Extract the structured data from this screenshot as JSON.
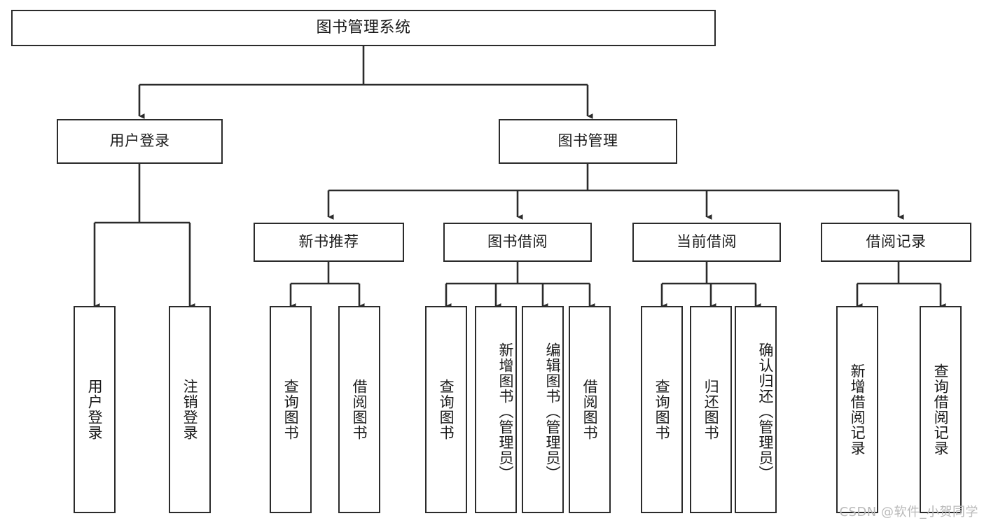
{
  "diagram": {
    "title": "图书管理系统",
    "type": "tree-hierarchy",
    "style": {
      "background": "#ffffff",
      "node_border": "#2b2b2b",
      "node_fill": "#ffffff",
      "edge_color": "#2b2b2b",
      "text_color": "#1a1a1a",
      "watermark_color": "#b9b9b9"
    },
    "root": {
      "label": "图书管理系统"
    },
    "level2": [
      {
        "label": "用户登录"
      },
      {
        "label": "图书管理"
      }
    ],
    "level3": [
      {
        "label": "新书推荐"
      },
      {
        "label": "图书借阅"
      },
      {
        "label": "当前借阅"
      },
      {
        "label": "借阅记录"
      }
    ],
    "leaves": {
      "user_login": [
        {
          "label": "用户登录"
        },
        {
          "label": "注销登录"
        }
      ],
      "new_book_recommend": [
        {
          "label": "查询图书"
        },
        {
          "label": "借阅图书"
        }
      ],
      "book_borrow": [
        {
          "label": "查询图书"
        },
        {
          "label": "新增图书（管理员）"
        },
        {
          "label": "编辑图书（管理员）"
        },
        {
          "label": "借阅图书"
        }
      ],
      "current_borrow": [
        {
          "label": "查询图书"
        },
        {
          "label": "归还图书"
        },
        {
          "label": "确认归还（管理员）"
        }
      ],
      "borrow_record": [
        {
          "label": "新增借阅记录"
        },
        {
          "label": "查询借阅记录"
        }
      ]
    },
    "watermark": "CSDN @软件_小贺同学"
  }
}
